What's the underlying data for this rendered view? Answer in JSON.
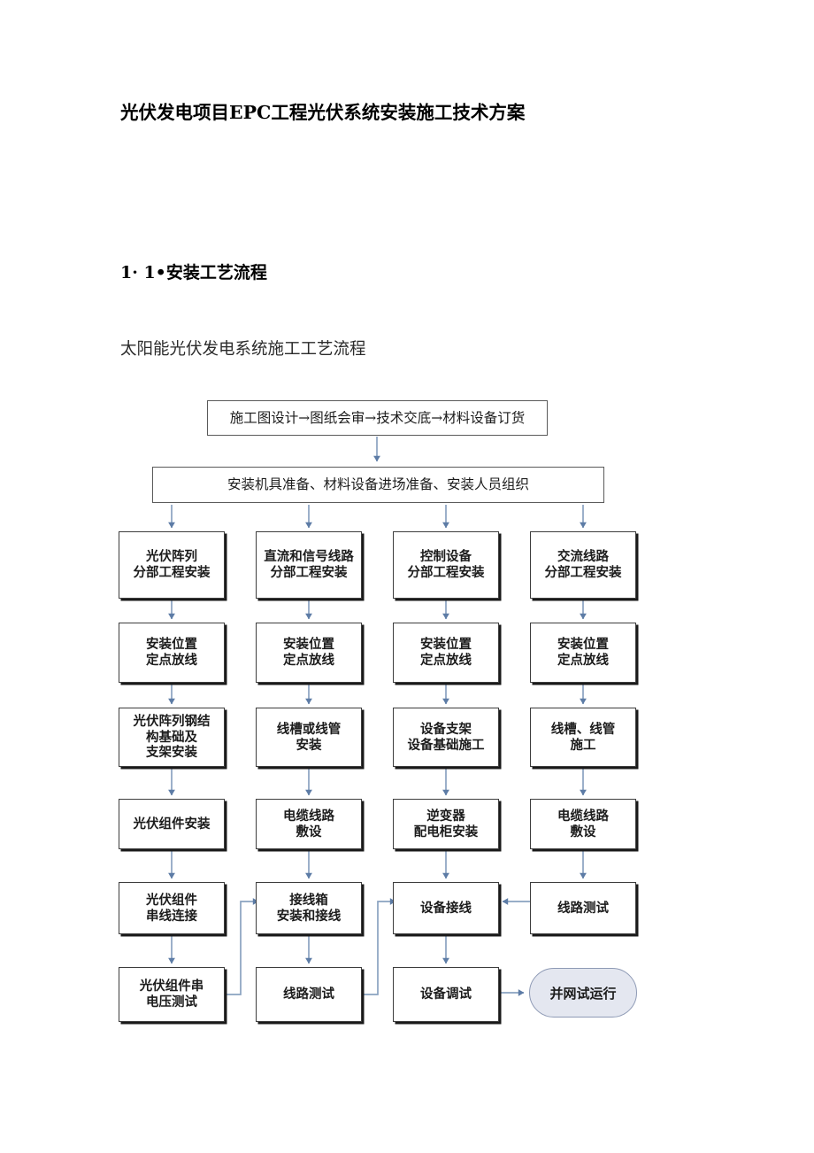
{
  "document": {
    "title": "光伏发电项目EPC工程光伏系统安装施工技术方案",
    "section_heading": "1·  1•安装工艺流程",
    "flow_subtitle": "太阳能光伏发电系统施工工艺流程"
  },
  "colors": {
    "text": "#1c1c1c",
    "box_border": "#3d3d3d",
    "box_shadow": "#1a1a1a",
    "connector": "#7a93b5",
    "terminal_fill": "#e4e7f0",
    "terminal_border": "#8e9ab5",
    "page_background": "#ffffff"
  },
  "flowchart": {
    "type": "process-flowchart",
    "orientation": "top-to-bottom",
    "header_nodes": [
      {
        "id": "design",
        "label": "施工图设计→图纸会审→技术交底→材料设备订货"
      },
      {
        "id": "prep",
        "label": "安装机具准备、材料设备进场准备、安装人员组织"
      }
    ],
    "columns": [
      {
        "id": "pv-array",
        "name": "光伏阵列",
        "nodes": [
          "光伏阵列\n分部工程安装",
          "安装位置\n定点放线",
          "光伏阵列钢结\n构基础及\n支架安装",
          "光伏组件安装",
          "光伏组件\n串线连接",
          "光伏组件串\n电压测试"
        ]
      },
      {
        "id": "dc-signal",
        "name": "直流和信号线路",
        "nodes": [
          "直流和信号线路\n分部工程安装",
          "安装位置\n定点放线",
          "线槽或线管\n安装",
          "电缆线路\n敷设",
          "接线箱\n安装和接线",
          "线路测试"
        ]
      },
      {
        "id": "control-equipment",
        "name": "控制设备",
        "nodes": [
          "控制设备\n分部工程安装",
          "安装位置\n定点放线",
          "设备支架\n设备基础施工",
          "逆变器\n配电柜安装",
          "设备接线",
          "设备调试"
        ]
      },
      {
        "id": "ac-line",
        "name": "交流线路",
        "nodes": [
          "交流线路\n分部工程安装",
          "安装位置\n定点放线",
          "线槽、线管\n施工",
          "电缆线路\n敷设",
          "线路测试",
          ""
        ]
      }
    ],
    "terminal_node": {
      "id": "grid-trial",
      "label": "并网试运行"
    },
    "connections": [
      {
        "from": "design",
        "to": "prep",
        "kind": "vertical-arrow"
      },
      {
        "from": "prep",
        "to": "pv-array-0",
        "kind": "branch-arrow"
      },
      {
        "from": "prep",
        "to": "dc-signal-0",
        "kind": "branch-arrow"
      },
      {
        "from": "prep",
        "to": "control-equipment-0",
        "kind": "branch-arrow"
      },
      {
        "from": "prep",
        "to": "ac-line-0",
        "kind": "branch-arrow"
      },
      {
        "from": "pv-array-5",
        "to": "dc-signal-4",
        "kind": "elbow-arrow"
      },
      {
        "from": "dc-signal-5",
        "to": "control-equipment-4",
        "kind": "elbow-arrow"
      },
      {
        "from": "ac-line-4",
        "to": "control-equipment-4",
        "kind": "horizontal-arrow-left"
      },
      {
        "from": "control-equipment-5",
        "to": "grid-trial",
        "kind": "horizontal-arrow-right"
      }
    ]
  }
}
